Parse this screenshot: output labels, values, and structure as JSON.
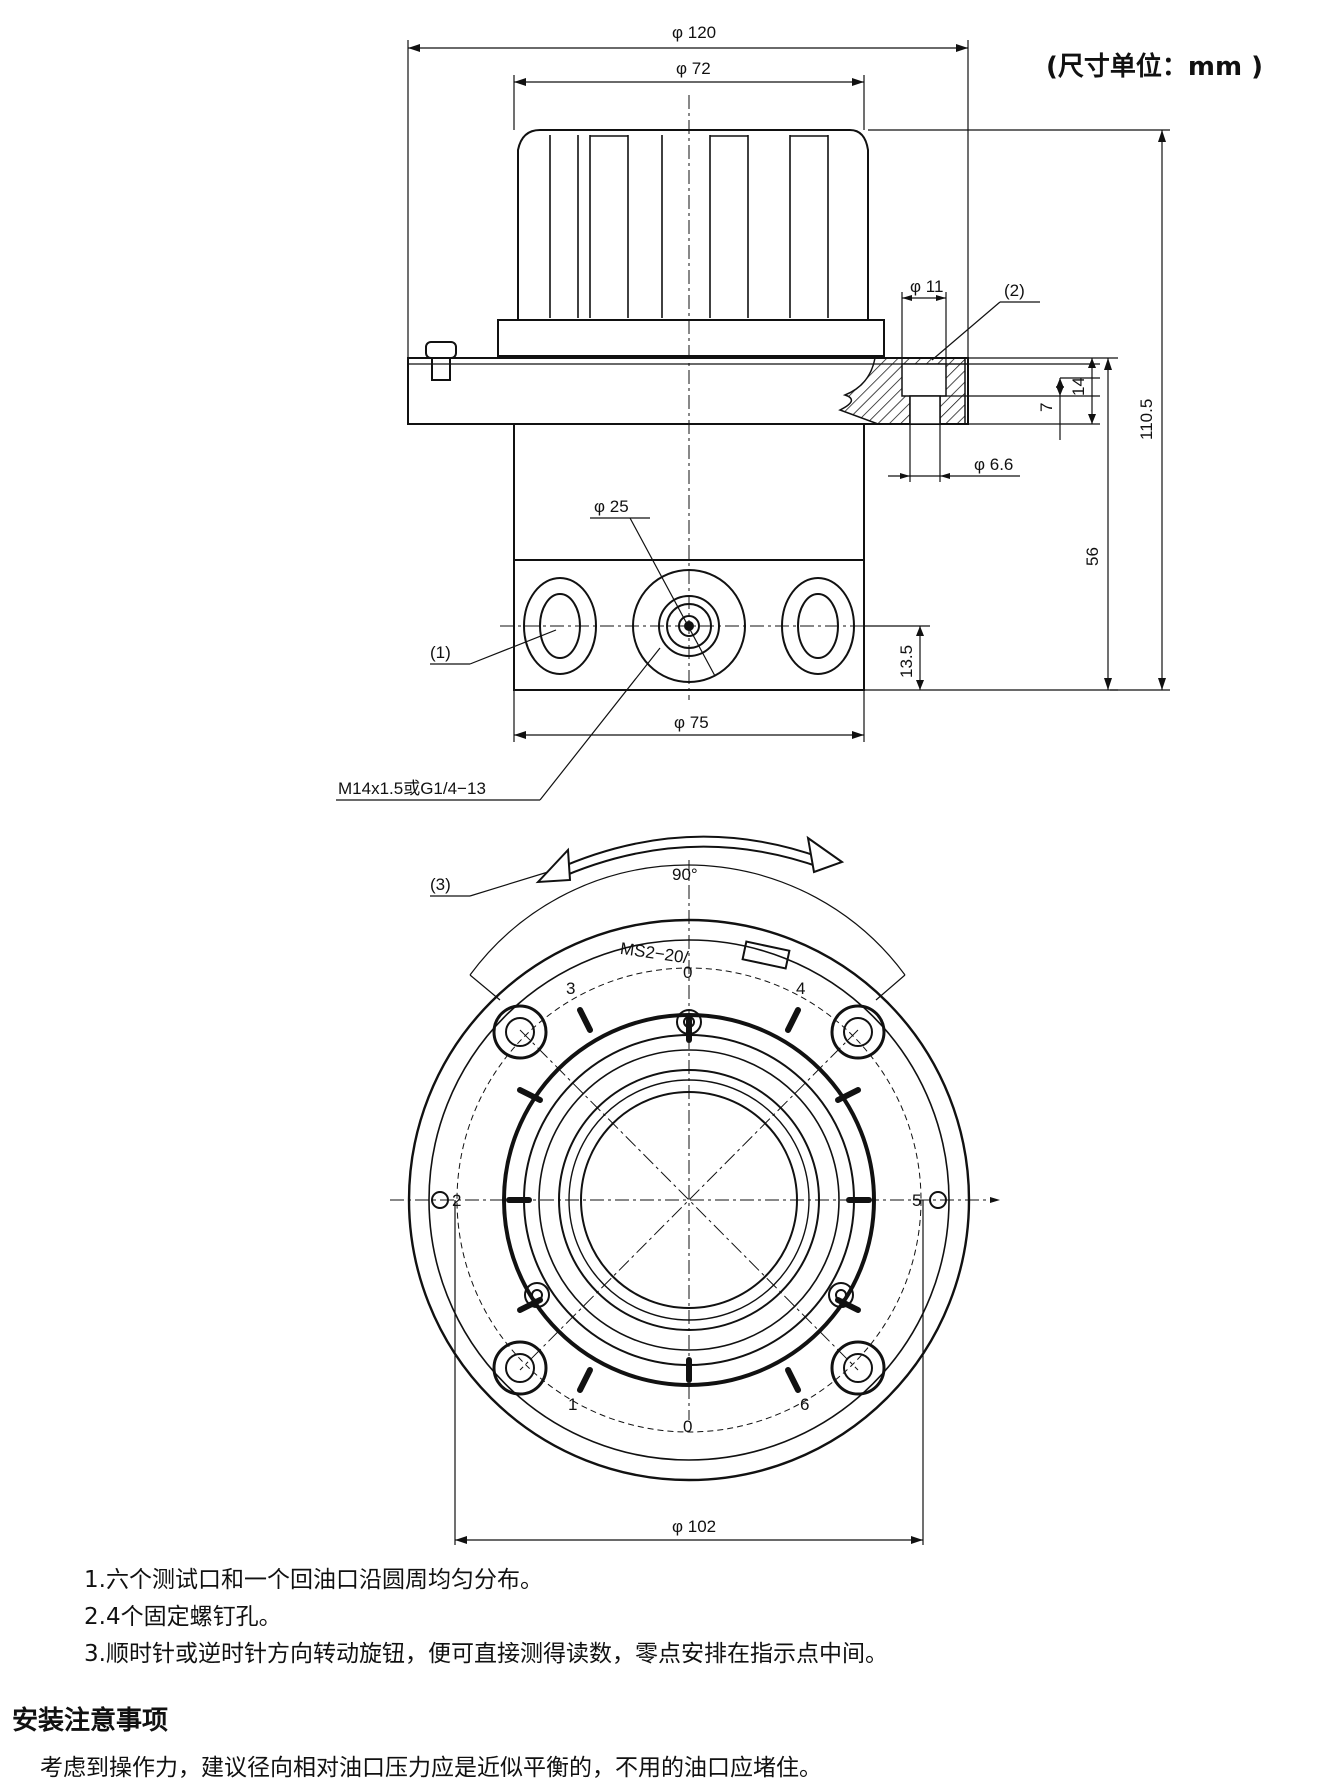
{
  "units_note": "(尺寸单位：mm )",
  "dimensions": {
    "d120": "φ 120",
    "d72": "φ 72",
    "d11": "φ 11",
    "d6_6": "φ 6.6",
    "d25": "φ 25",
    "d75": "φ 75",
    "d102": "φ 102",
    "h110_5": "110.5",
    "h56": "56",
    "h14": "14",
    "h7": "7",
    "h13_5": "13.5",
    "angle": "90°"
  },
  "callouts": {
    "c1": "(1)",
    "c2": "(2)",
    "c3": "(3)",
    "thread": "M14x1.5或G1/4−13"
  },
  "dial": {
    "model": "MS2−20/",
    "port_numbers": [
      "0",
      "4",
      "5",
      "6",
      "0",
      "1",
      "2",
      "3"
    ]
  },
  "notes": [
    "1.六个测试口和一个回油口沿圆周均匀分布。",
    "2.4个固定螺钉孔。",
    "3.顺时针或逆时针方向转动旋钮，便可直接测得读数，零点安排在指示点中间。"
  ],
  "install_heading": "安装注意事项",
  "install_text": "考虑到操作力，建议径向相对油口压力应是近似平衡的，不用的油口应堵住。"
}
